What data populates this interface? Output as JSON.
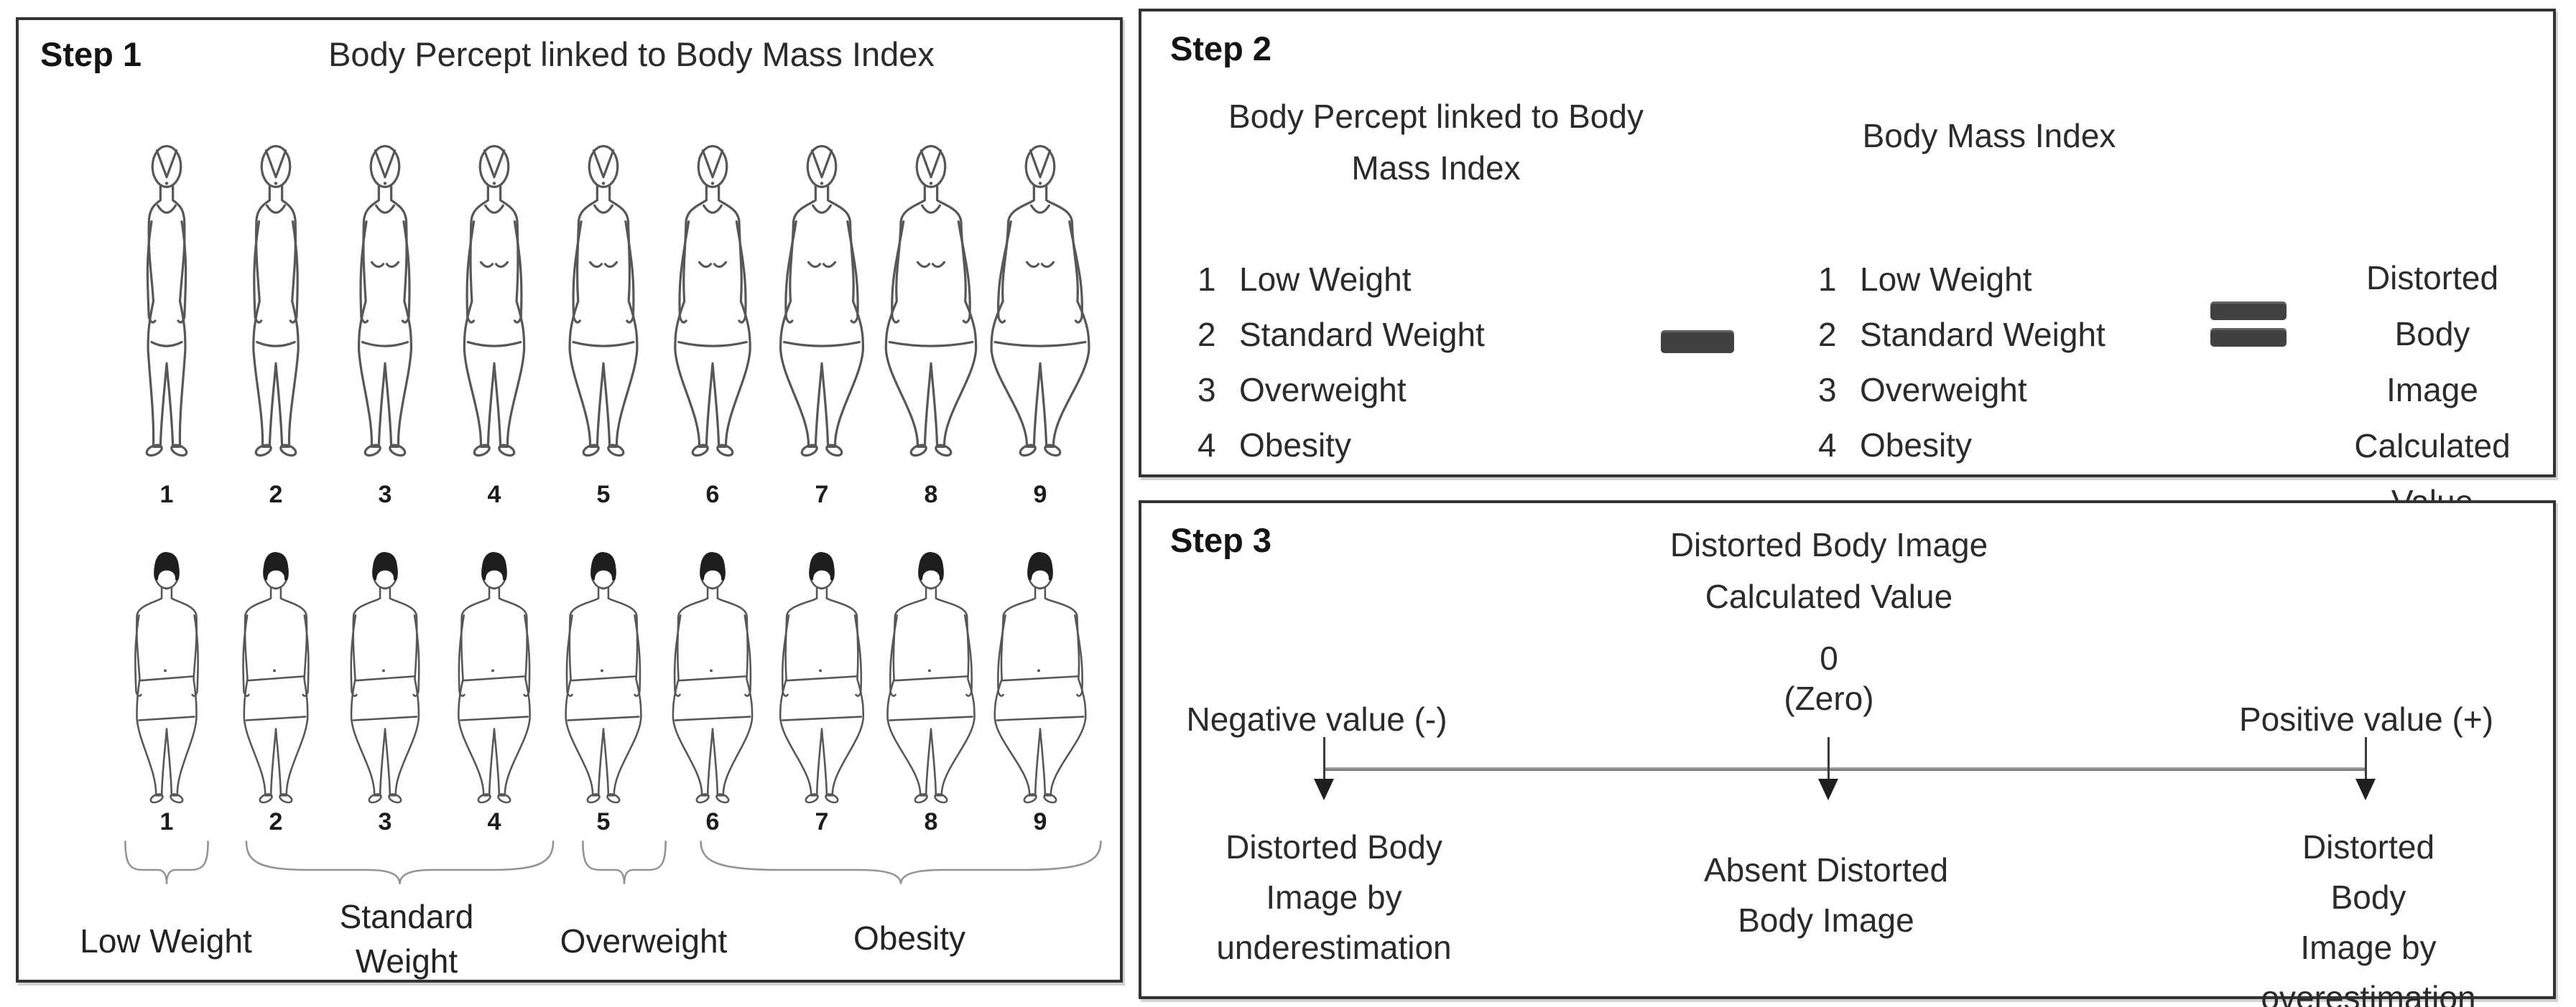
{
  "colors": {
    "text": "#2b2b2b",
    "panel_border": "#333333",
    "figure_stroke": "#575757",
    "operator_bar": "#414141",
    "number_line": "#8a8a8a"
  },
  "step1": {
    "header": "Step 1",
    "title": "Body Percept linked to Body Mass Index",
    "figure_numbers": [
      "1",
      "2",
      "3",
      "4",
      "5",
      "6",
      "7",
      "8",
      "9"
    ],
    "rows": [
      {
        "type": "female"
      },
      {
        "type": "male"
      }
    ],
    "groups": [
      {
        "label": "Low Weight",
        "figures": "1"
      },
      {
        "label": "Standard Weight",
        "figures": "2-4"
      },
      {
        "label": "Overweight",
        "figures": "5"
      },
      {
        "label": "Obesity",
        "figures": "6-9"
      }
    ]
  },
  "step2": {
    "header": "Step 2",
    "left_title": "Body Percept linked to Body Mass Index",
    "right_title": "Body Mass Index",
    "operator_minus": "minus",
    "operator_equals": "equals",
    "left_items": [
      {
        "num": "1",
        "label": "Low Weight"
      },
      {
        "num": "2",
        "label": "Standard Weight"
      },
      {
        "num": "3",
        "label": "Overweight"
      },
      {
        "num": "4",
        "label": "Obesity"
      }
    ],
    "right_items": [
      {
        "num": "1",
        "label": "Low Weight"
      },
      {
        "num": "2",
        "label": "Standard Weight"
      },
      {
        "num": "3",
        "label": "Overweight"
      },
      {
        "num": "4",
        "label": "Obesity"
      }
    ],
    "result_lines": [
      "Distorted",
      "Body Image",
      "Calculated",
      "Value"
    ]
  },
  "step3": {
    "header": "Step 3",
    "title_lines": [
      "Distorted Body Image",
      "Calculated Value"
    ],
    "zero": "0",
    "zero_label": "(Zero)",
    "negative_label": "Negative value (-)",
    "positive_label": "Positive value (+)",
    "outcomes": [
      {
        "lines": [
          "Distorted Body",
          "Image by",
          "underestimation"
        ]
      },
      {
        "lines": [
          "Absent Distorted",
          "Body Image"
        ]
      },
      {
        "lines": [
          "Distorted Body",
          "Image by",
          "overestimation"
        ]
      }
    ]
  }
}
